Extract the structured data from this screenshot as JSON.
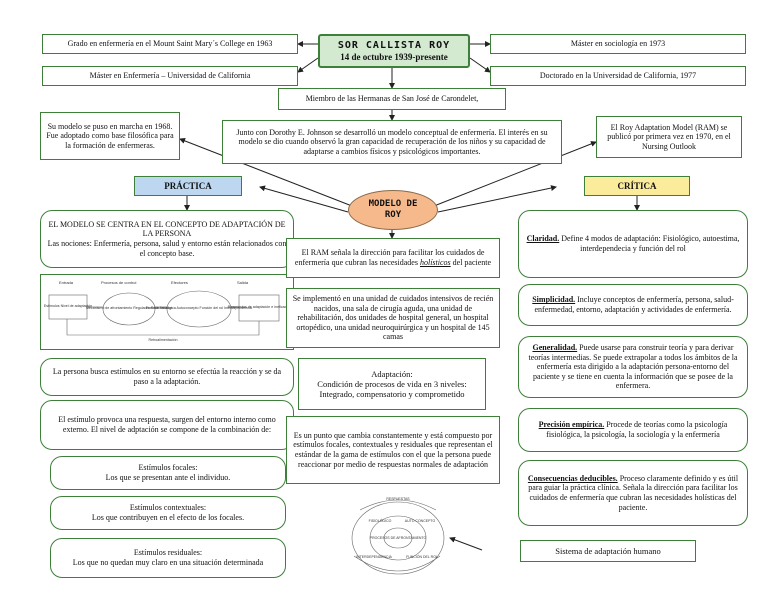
{
  "title": {
    "name": "SOR CALLISTA ROY",
    "date": "14 de octubre 1939-presente"
  },
  "bio": {
    "b1": "Grado en enfermería en el Mount Saint Mary´s College en 1963",
    "b2": "Máster en Enfermería – Universidad de California",
    "b3": "Máster en sociología en 1973",
    "b4": "Doctorado en la Universidad de California, 1977",
    "b5": "Miembro de las Hermanas de San José de Carondelet,",
    "b6": "Junto con Dorothy E. Johnson se desarrolló un modelo conceptual de enfermería. El interés en su modelo se dio cuando observó la gran capacidad de recuperación de los niños y su capacidad de adaptarse a cambios físicos y psicológicos importantes.",
    "b7": "Su modelo se puso en marcha en 1968. Fue adoptado como base filosófica para la formación de enfermeras.",
    "b8": "El Roy Adaptation Model (RAM) se publicó por primera vez en 1970, en el Nursing Outlook"
  },
  "model": "MODELO DE ROY",
  "practica": {
    "header": "PRÁCTICA",
    "focus_title": "EL MODELO SE CENTRA EN EL CONCEPTO DE ADAPTACIÓN DE LA PERSONA",
    "focus_text": "Las nociones: Enfermería, persona, salud y entorno están relacionados con el concepto base.",
    "fig_labels": [
      "Entrada",
      "Procesos de control",
      "Efectores",
      "Salida",
      "Estímulos Nivel de adaptación",
      "Mecanismo de afrontamiento Regulador Relacionador",
      "Función fisiológica Autoconcepto Función del rol Interdependencia",
      "Respuestas de adaptación e ineficaces",
      "Retroalimentación"
    ],
    "p1": "La persona busca estímulos en su entorno se efectúa la reacción y se da paso a la adaptación.",
    "p2": "El estímulo provoca una respuesta, surgen del entorno interno como externo. El nivel de adptación se compone de la combinación de:",
    "s1_title": "Estímulos focales:",
    "s1_text": "Los que se presentan ante el individuo.",
    "s2_title": "Estímulos contextuales:",
    "s2_text": "Los que contribuyen en el efecto de los focales.",
    "s3_title": "Estímulos residuales:",
    "s3_text": "Los que no quedan muy claro en una situación determinada"
  },
  "center": {
    "c1_a": "El RAM señala la dirección para facilitar los cuidados de enfermería que cubran las necesidades",
    "c1_em": "holísticos",
    "c1_b": "del paciente",
    "c2": "Se implementó en una unidad de cuidados intensivos de recién nacidos, una sala de cirugía aguda, una unidad de rehabilitación, dos unidades de hospital general, un hospital ortopédico, una unidad neuroquirúrgica y un hospital de 145 camas",
    "c3_title": "Adaptación:",
    "c3_text": "Condición de procesos de vida en 3 niveles: Integrado, compensatorio y comprometido",
    "c4": "Es un punto que cambia constantemente y está compuesto por estímulos focales, contextuales y residuales que representan el estándar de la gama de estímulos con el que la persona puede reaccionar por medio de respuestas normales de adaptación",
    "fig_labels": [
      "RESPUESTAS",
      "PROCESOS DE AFRONTAMIENTO",
      "FISIOLÓGICO",
      "AUTO CONCEPTO",
      "INTERDEPENDENCIA",
      "FUNCIÓN DEL ROL"
    ],
    "system_label": "Sistema de adaptación humano"
  },
  "critica": {
    "header": "CRÍTICA",
    "k1_title": "Claridad.",
    "k1_text": "Define 4 modos de adaptación: Fisiológico, autoestima, interdependecia y función del rol",
    "k2_title": "Simplicidad.",
    "k2_text": "Incluye conceptos de enfermería, persona, salud-enfermedad, entorno, adaptación y actividades de enfermería.",
    "k3_title": "Generalidad.",
    "k3_text": "Puede usarse para construir teoría y para derivar teorías intermedias. Se puede extrapolar a todos los ámbitos de la enfermería esta dirigido a la adaptación persona-entorno del paciente y se tiene en cuenta la información que se posee de la enfermera.",
    "k4_title": "Precisión empírica.",
    "k4_text": "Procede de teorías como la psicología fisiológica, la psicología, la sociología y la enfermería",
    "k5_title": "Consecuencias deducibles.",
    "k5_text": "Proceso claramente definido y es útil para guiar la práctica clínica. Señala la dirección para facilitar los cuidados de enfermería que cubran las necesidades holísticas del paciente."
  },
  "colors": {
    "border": "#3e7f3a",
    "title_bg": "#d3ead1",
    "model_bg": "#f5b98c",
    "practica_bg": "#bcd7ef",
    "critica_bg": "#fbec9c"
  }
}
